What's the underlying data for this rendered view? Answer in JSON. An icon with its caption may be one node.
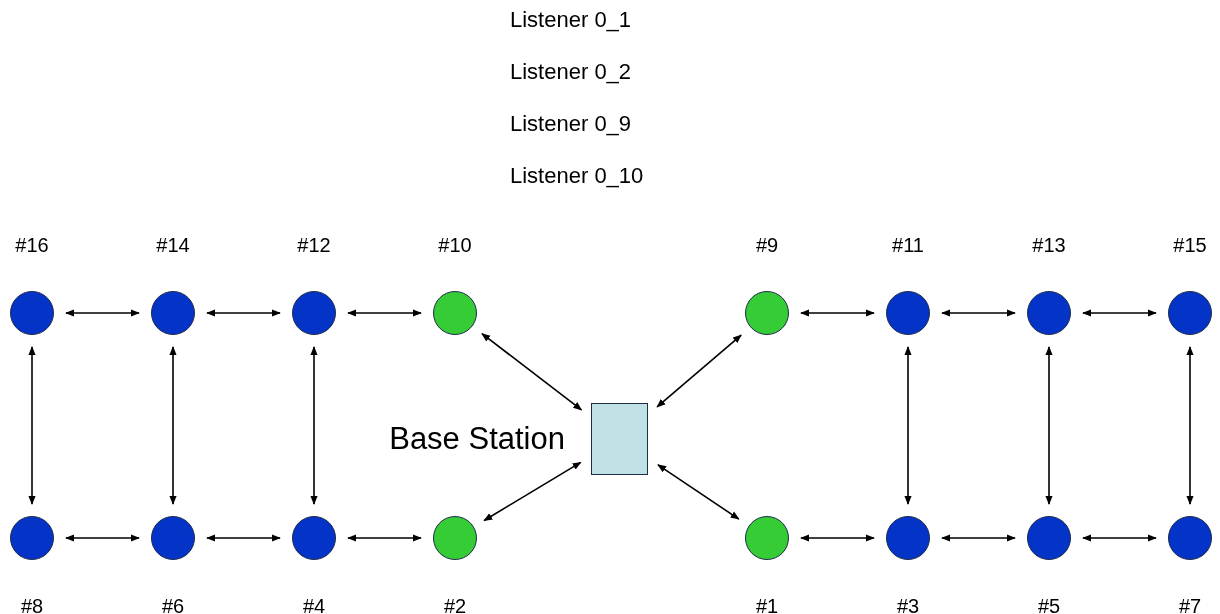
{
  "diagram": {
    "nodes": [
      {
        "text": [
          "#16"
        ]
      },
      {
        "text": [
          "#14"
        ]
      },
      {
        "text": [
          "#12"
        ]
      },
      {
        "text": [
          "#10"
        ]
      },
      {
        "text": [
          "#9"
        ]
      },
      {
        "text": [
          "#11"
        ]
      },
      {
        "text": [
          "#13"
        ]
      },
      {
        "text": [
          "#15"
        ]
      },
      {
        "text": [],
        "shape": "box",
        "beside": [
          "Base Station"
        ]
      },
      {
        "text": [
          "#8"
        ]
      },
      {
        "text": [
          "#6"
        ]
      },
      {
        "text": [
          "#4"
        ]
      },
      {
        "text": [
          "#2"
        ]
      },
      {
        "text": [
          "#1"
        ]
      },
      {
        "text": [
          "#3"
        ]
      },
      {
        "text": [
          "#5"
        ]
      },
      {
        "text": [
          "#7"
        ]
      }
    ],
    "edges": [
      {
        "from": 0,
        "to": 1,
        "arrow": "both"
      },
      {
        "from": 1,
        "to": 2,
        "arrow": "both"
      },
      {
        "from": 2,
        "to": 3,
        "arrow": "both"
      },
      {
        "from": 4,
        "to": 5,
        "arrow": "both"
      },
      {
        "from": 5,
        "to": 6,
        "arrow": "both"
      },
      {
        "from": 6,
        "to": 7,
        "arrow": "both"
      },
      {
        "from": 3,
        "to": 8,
        "arrow": "both"
      },
      {
        "from": 4,
        "to": 8,
        "arrow": "both"
      },
      {
        "from": 0,
        "to": 9,
        "arrow": "both"
      },
      {
        "from": 1,
        "to": 10,
        "arrow": "both"
      },
      {
        "from": 2,
        "to": 11,
        "arrow": "both"
      },
      {
        "from": 5,
        "to": 14,
        "arrow": "both"
      },
      {
        "from": 6,
        "to": 15,
        "arrow": "both"
      },
      {
        "from": 7,
        "to": 16,
        "arrow": "both"
      },
      {
        "from": 12,
        "to": 8,
        "arrow": "both"
      },
      {
        "from": 13,
        "to": 8,
        "arrow": "both"
      },
      {
        "from": 9,
        "to": 10,
        "arrow": "both"
      },
      {
        "from": 10,
        "to": 11,
        "arrow": "both"
      },
      {
        "from": 11,
        "to": 12,
        "arrow": "both"
      },
      {
        "from": 13,
        "to": 14,
        "arrow": "both"
      },
      {
        "from": 14,
        "to": 15,
        "arrow": "both"
      },
      {
        "from": 15,
        "to": 16,
        "arrow": "both"
      }
    ],
    "labels": [
      "Listener 0_1",
      "Listener 0_2",
      "Listener 0_9",
      "Listener 0_10"
    ]
  }
}
